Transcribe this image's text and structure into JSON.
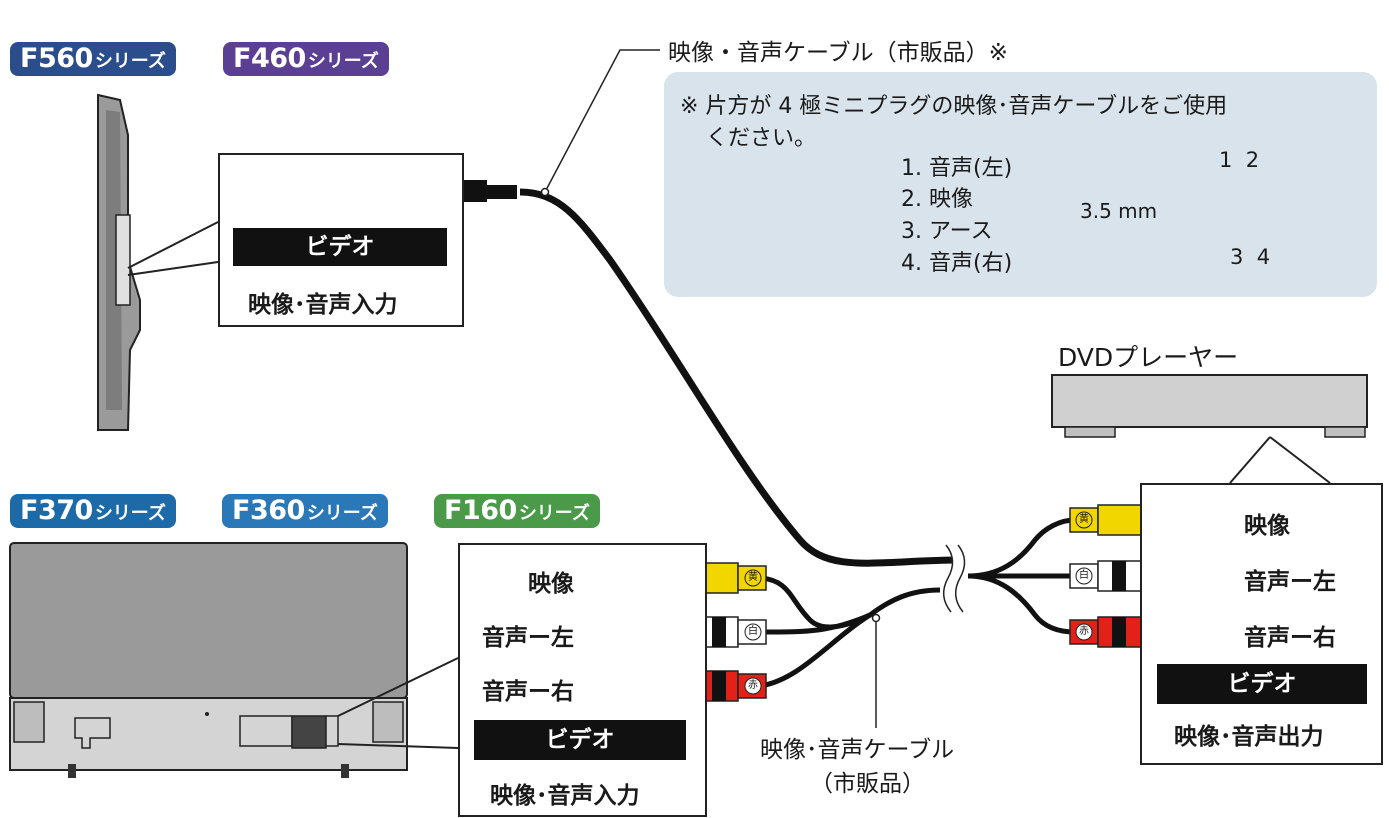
{
  "series_top": [
    {
      "model": "F560",
      "suffix": "シリーズ",
      "color": "#2b4d8c"
    },
    {
      "model": "F460",
      "suffix": "シリーズ",
      "color": "#5b3f92"
    }
  ],
  "series_bottom": [
    {
      "model": "F370",
      "suffix": "シリーズ",
      "color": "#1d6aa8"
    },
    {
      "model": "F360",
      "suffix": "シリーズ",
      "color": "#2a78b8"
    },
    {
      "model": "F160",
      "suffix": "シリーズ",
      "color": "#4a9a4a"
    }
  ],
  "cable_top_label": "映像・音声ケーブル（市販品）※",
  "note": {
    "line1": "※ 片方が 4 極ミニプラグの映像･音声ケーブルをご使用",
    "line2": "ください。",
    "pins": [
      "1. 音声(左)",
      "2. 映像",
      "3. アース",
      "4. 音声(右)"
    ],
    "dimension": "3.5 mm",
    "pin_top": "1  2",
    "pin_bottom": "3  4"
  },
  "top_panel": {
    "video_bar": "ビデオ",
    "caption": "映像･音声入力"
  },
  "bottom_panel": {
    "rows": [
      "映像",
      "音声ー左",
      "音声ー右"
    ],
    "video_bar": "ビデオ",
    "caption": "映像･音声入力"
  },
  "cable_bottom_label": {
    "line1": "映像･音声ケーブル",
    "line2": "（市販品）"
  },
  "dvd": {
    "title": "DVDプレーヤー",
    "rows": [
      "映像",
      "音声ー左",
      "音声ー右"
    ],
    "video_bar": "ビデオ",
    "caption": "映像･音声出力"
  },
  "plug_marks": {
    "yellow": "黄",
    "white": "白",
    "red": "赤"
  },
  "colors": {
    "yellow": "#f2d600",
    "white": "#ffffff",
    "red": "#e32118",
    "arrow": "#f06a3c",
    "note_bg": "#d9e3ec"
  }
}
